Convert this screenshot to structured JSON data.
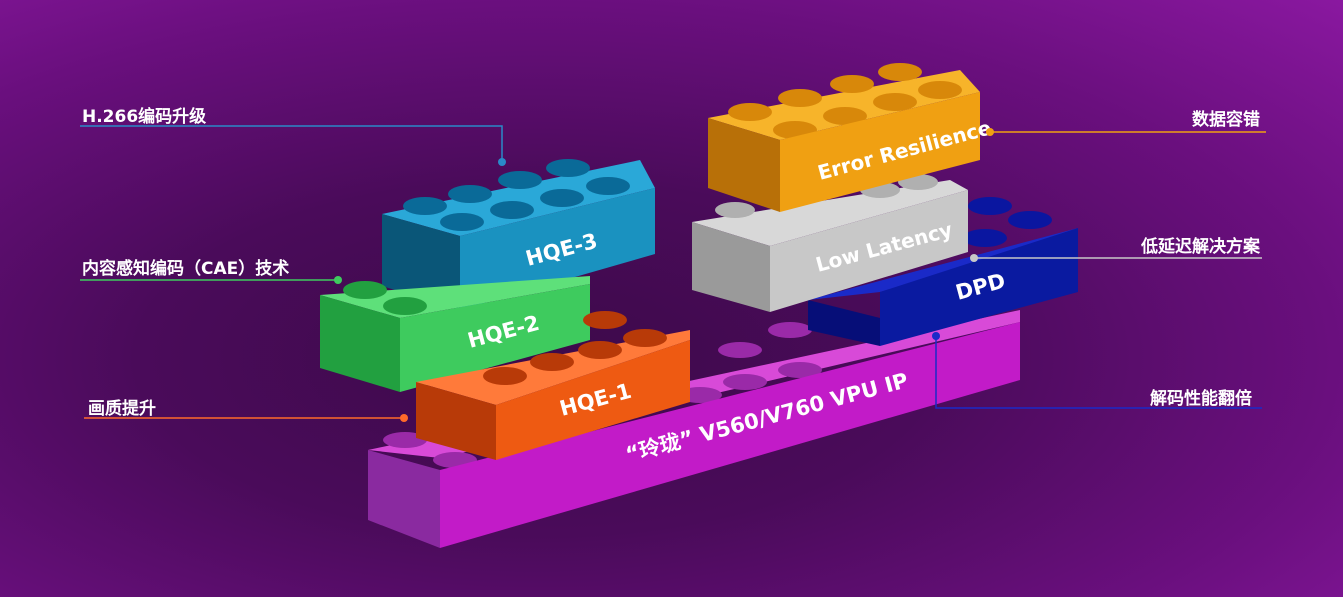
{
  "labels": {
    "h266": "H.266编码升级",
    "cae": "内容感知编码（CAE）技术",
    "quality": "画质提升",
    "error": "数据容错",
    "latency": "低延迟解决方案",
    "decode": "解码性能翻倍"
  },
  "bricks": {
    "base": "“玲珑” V560/V760 VPU IP",
    "hqe1": "HQE-1",
    "hqe2": "HQE-2",
    "hqe3": "HQE-3",
    "dpd": "DPD",
    "low_latency": "Low Latency",
    "error_resilience": "Error Resilience"
  },
  "colors": {
    "base": "#c21bc8",
    "hqe1": "#ee5a12",
    "hqe2": "#3ecb5e",
    "hqe3": "#1a92c0",
    "dpd": "#0a1aa0",
    "low_latency": "#c8c8c8",
    "error_resilience": "#f0a012",
    "line_orange": "#ff8a2a",
    "line_blue": "#2a8ac8",
    "line_green": "#3ecb5e"
  }
}
